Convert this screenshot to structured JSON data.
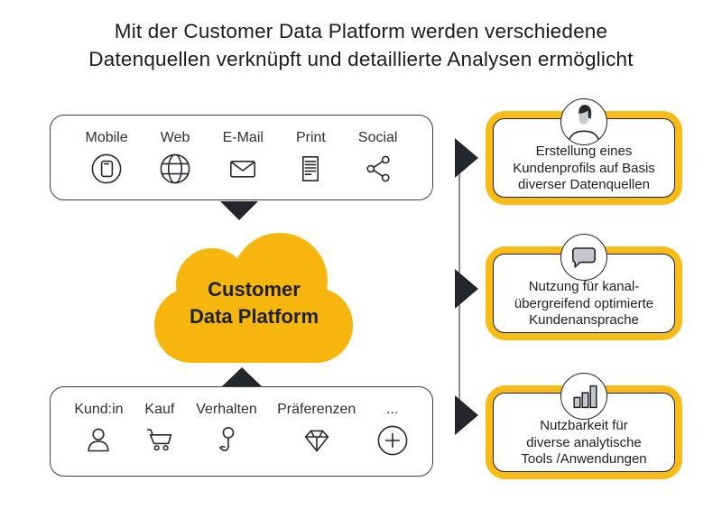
{
  "title": {
    "line1": "Mit der Customer Data Platform werden verschiedene",
    "line2": "Datenquellen verknüpft und detaillierte Analysen ermöglicht"
  },
  "cloud": {
    "line1": "Customer",
    "line2": "Data Platform"
  },
  "top_sources": {
    "items": [
      {
        "label": "Mobile",
        "icon": "smartphone-icon"
      },
      {
        "label": "Web",
        "icon": "globe-icon"
      },
      {
        "label": "E-Mail",
        "icon": "envelope-icon"
      },
      {
        "label": "Print",
        "icon": "document-icon"
      },
      {
        "label": "Social",
        "icon": "share-icon"
      }
    ]
  },
  "bottom_sources": {
    "items": [
      {
        "label": "Kund:in",
        "icon": "person-icon"
      },
      {
        "label": "Kauf",
        "icon": "cart-icon"
      },
      {
        "label": "Verhalten",
        "icon": "tap-icon"
      },
      {
        "label": "Präferenzen",
        "icon": "gem-icon"
      },
      {
        "label": "...",
        "icon": "plus-circle-icon"
      }
    ]
  },
  "outcomes": [
    {
      "icon": "user-profile-icon",
      "lines": [
        "Erstellung eines",
        "Kundenprofils auf Basis",
        "diverser Datenquellen"
      ]
    },
    {
      "icon": "chat-bubble-icon",
      "lines": [
        "Nutzung für kanal-",
        "übergreifend optimierte",
        "Kundenansprache"
      ]
    },
    {
      "icon": "bar-chart-icon",
      "lines": [
        "Nutzbarkeit für",
        "diverse analytische",
        "Tools /Anwendungen"
      ]
    }
  ],
  "colors": {
    "cloud_yellow": "#F7B60D",
    "outcome_border_yellow": "#F9BB16",
    "arrow_dark": "#23262A",
    "connector_gray": "#8A9096",
    "icon_gray_fill": "#C4C8CD",
    "text_dark": "#202124"
  }
}
